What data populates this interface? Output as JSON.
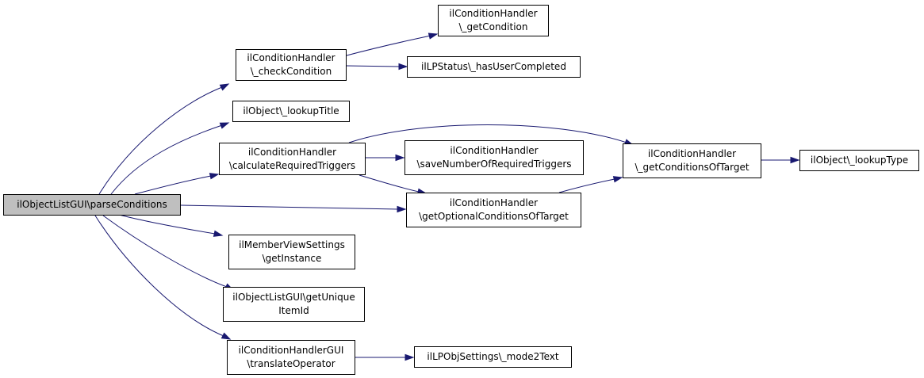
{
  "nodes": {
    "root": "ilObjectListGUI\\parseConditions",
    "check_condition": "ilConditionHandler\n\\_checkCondition",
    "get_condition": "ilConditionHandler\n\\_getCondition",
    "has_user_completed": "ilLPStatus\\_hasUserCompleted",
    "lookup_title": "ilObject\\_lookupTitle",
    "calc_required": "ilConditionHandler\n\\calculateRequiredTriggers",
    "save_number": "ilConditionHandler\n\\saveNumberOfRequiredTriggers",
    "get_conditions_of_target": "ilConditionHandler\n\\_getConditionsOfTarget",
    "lookup_type": "ilObject\\_lookupType",
    "get_optional": "ilConditionHandler\n\\getOptionalConditionsOfTarget",
    "member_view": "ilMemberViewSettings\n\\getInstance",
    "unique_item": "ilObjectListGUI\\getUnique\nItemId",
    "translate_op": "ilConditionHandlerGUI\n\\translateOperator",
    "mode2text": "ilLPObjSettings\\_mode2Text"
  },
  "edge_color": "#191970",
  "root_fill": "#bfbfbf"
}
